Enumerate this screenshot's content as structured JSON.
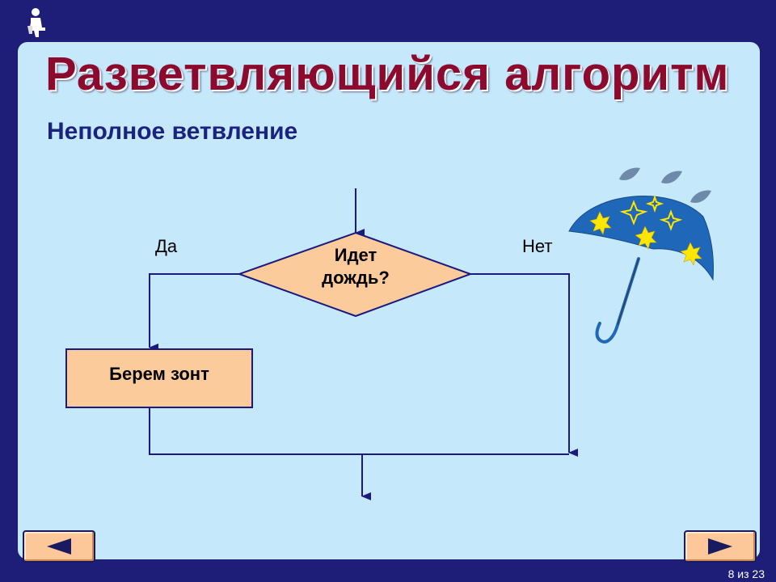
{
  "slide": {
    "title": "Разветвляющийся алгоритм",
    "subtitle": "Неполное ветвление",
    "counter": "8 из 23"
  },
  "flowchart": {
    "condition": "Идет дождь?",
    "yes_label": "Да",
    "no_label": "Нет",
    "action": "Берем зонт"
  },
  "colors": {
    "background": "#1e1e78",
    "panel": "#c6e8fb",
    "title": "#8b0a2e",
    "subtitle": "#1a237e",
    "shape_fill": "#fccb9c",
    "line": "#1a1a80",
    "umbrella": "#1f67b8",
    "star": "#ffe600"
  },
  "icons": {
    "logo": "seated-figure-icon",
    "prev": "triangle-left-icon",
    "next": "triangle-right-icon",
    "illustration": "umbrella-rain-icon"
  }
}
